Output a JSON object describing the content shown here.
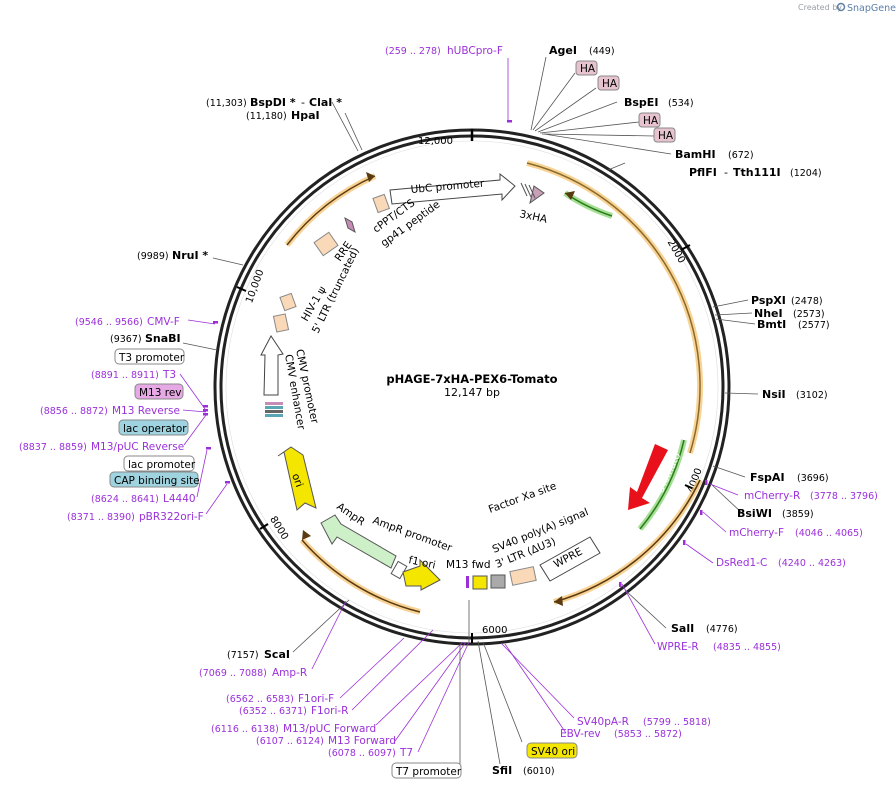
{
  "brand": {
    "created_by": "Created by",
    "product": "SnapGene"
  },
  "map": {
    "name": "pHAGE-7xHA-PEX6-Tomato",
    "length": "12,147 bp"
  },
  "ticks": [
    "12,000",
    "2000",
    "4000",
    "6000",
    "8000",
    "10,000"
  ],
  "sites": {
    "agei": {
      "name": "AgeI",
      "pos": "(449)"
    },
    "bspei": {
      "name": "BspEI",
      "pos": "(534)"
    },
    "bamhi": {
      "name": "BamHI",
      "pos": "(672)"
    },
    "pflfi": {
      "name": "PflFI",
      "sep": "-",
      "name2": "Tth111I",
      "pos": "(1204)"
    },
    "pspxi": {
      "name": "PspXI",
      "pos": "(2478)"
    },
    "nhei": {
      "name": "NheI",
      "pos": "(2573)"
    },
    "bmti": {
      "name": "BmtI",
      "pos": "(2577)"
    },
    "nsii": {
      "name": "NsiI",
      "pos": "(3102)"
    },
    "fspai": {
      "name": "FspAI",
      "pos": "(3696)"
    },
    "bsiwi": {
      "name": "BsiWI",
      "pos": "(3859)"
    },
    "sali": {
      "name": "SalI",
      "pos": "(4776)"
    },
    "sfii": {
      "name": "SfiI",
      "pos": "(6010)"
    },
    "scai": {
      "name": "ScaI",
      "pos": "(7157)"
    },
    "snabi": {
      "name": "SnaBI",
      "pos": "(9367)"
    },
    "nrui": {
      "name": "NruI *",
      "pos": "(9989)"
    },
    "hpai": {
      "name": "HpaI",
      "pos": "(11,180)"
    },
    "bspdi": {
      "name": "BspDI *",
      "sep": "-",
      "name2": "ClaI *",
      "pos": "(11,303)"
    }
  },
  "primers": {
    "hubcpro": {
      "name": "hUBCpro-F",
      "range": "(259 .. 278)"
    },
    "mcherry_r": {
      "name": "mCherry-R",
      "range": "(3778 .. 3796)"
    },
    "mcherry_f": {
      "name": "mCherry-F",
      "range": "(4046 .. 4065)"
    },
    "dsred1": {
      "name": "DsRed1-C",
      "range": "(4240 .. 4263)"
    },
    "wpre_r": {
      "name": "WPRE-R",
      "range": "(4835 .. 4855)"
    },
    "sv40pa_r": {
      "name": "SV40pA-R",
      "range": "(5799 .. 5818)"
    },
    "ebv_rev": {
      "name": "EBV-rev",
      "range": "(5853 .. 5872)"
    },
    "amp_r": {
      "name": "Amp-R",
      "range": "(7069 .. 7088)"
    },
    "f1ori_f": {
      "name": "F1ori-F",
      "range": "(6562 .. 6583)"
    },
    "f1ori_r": {
      "name": "F1ori-R",
      "range": "(6352 .. 6371)"
    },
    "m13puc_fwd": {
      "name": "M13/pUC Forward",
      "range": "(6116 .. 6138)"
    },
    "m13_fwd": {
      "name": "M13 Forward",
      "range": "(6107 .. 6124)"
    },
    "t7": {
      "name": "T7",
      "range": "(6078 .. 6097)"
    },
    "cmv_f": {
      "name": "CMV-F",
      "range": "(9546 .. 9566)"
    },
    "t3": {
      "name": "T3",
      "range": "(8891 .. 8911)"
    },
    "m13_reverse": {
      "name": "M13 Reverse",
      "range": "(8856 .. 8872)"
    },
    "m13puc_rev": {
      "name": "M13/pUC Reverse",
      "range": "(8837 .. 8859)"
    },
    "l4440": {
      "name": "L4440",
      "range": "(8624 .. 8641)"
    },
    "pbr322": {
      "name": "pBR322ori-F",
      "range": "(8371 .. 8390)"
    }
  },
  "boxed": {
    "ha1": "HA",
    "ha2": "HA",
    "ha3": "HA",
    "ha4": "HA",
    "t3_promoter": "T3 promoter",
    "m13_rev": "M13 rev",
    "lac_operator": "lac operator",
    "lac_promoter": "lac promoter",
    "cap_site": "CAP binding site",
    "sv40_ori": "SV40 ori",
    "t7_promoter": "T7 promoter"
  },
  "features": {
    "ubc": "UbC promoter",
    "xha": "3xHA",
    "cppt": "cPPT/CTS",
    "gp41": "gp41 peptide",
    "rre": "RRE",
    "hiv": "HIV-1 ψ",
    "ltr5": "5' LTR (truncated)",
    "cmv_promoter": "CMV promoter",
    "cmv_enhancer": "CMV enhancer",
    "ori": "ori",
    "ampr": "AmpR",
    "ampr_promoter": "AmpR promoter",
    "f1ori": "f1 ori",
    "m13fwd": "M13 fwd",
    "factorxa": "Factor Xa site",
    "sv40polya": "SV40 poly(A) signal",
    "ltr3": "3' LTR (ΔU3)",
    "wpre": "WPRE",
    "dtomato": "dTomato"
  },
  "colors": {
    "primer": "#9b30d9",
    "orf": "#f2b84b",
    "dtomato": "#e8101a",
    "green": "#5cb82e",
    "backbone": "#000000"
  }
}
